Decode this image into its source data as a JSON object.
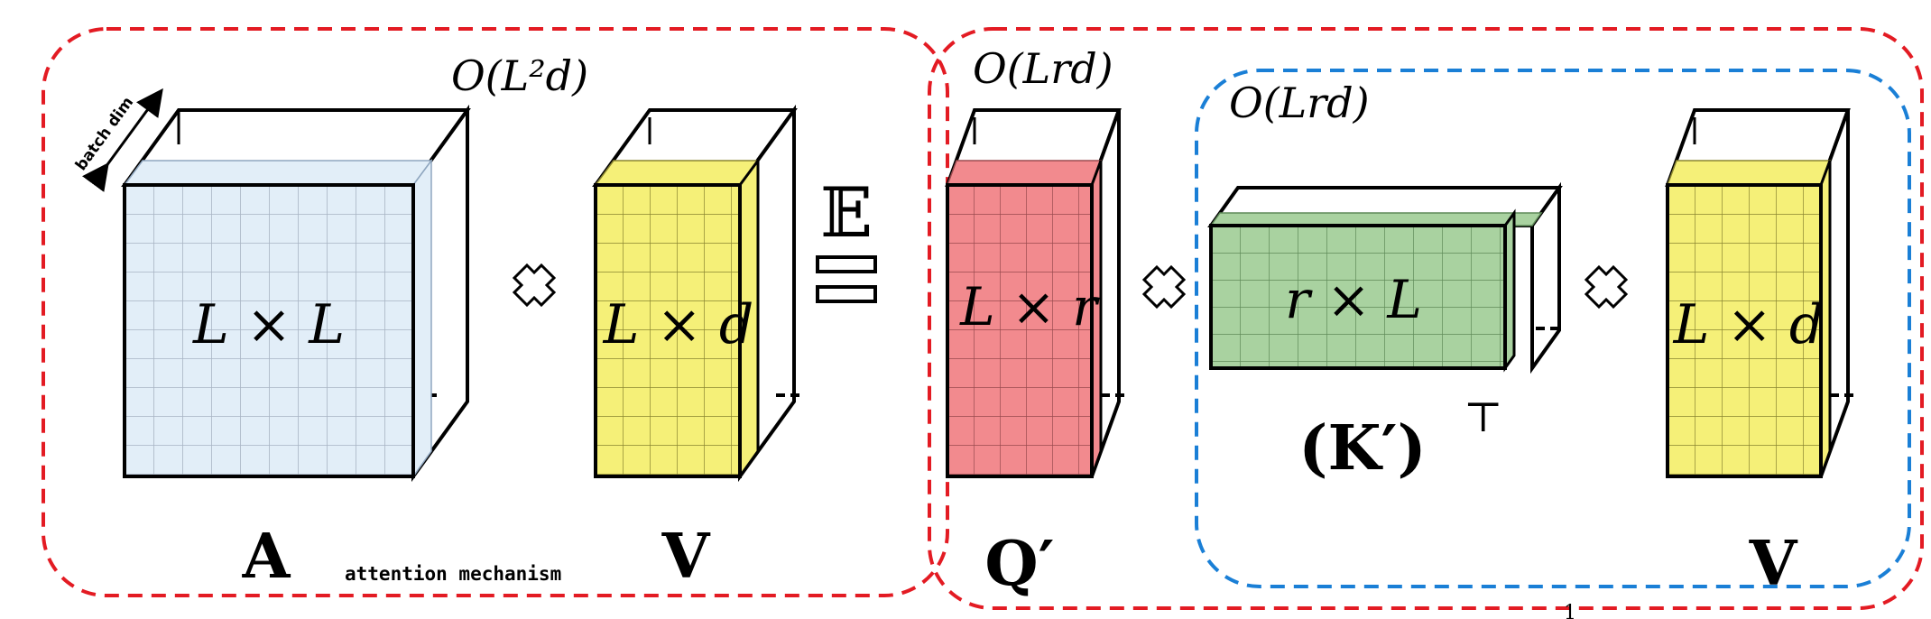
{
  "colors": {
    "attention_box": "#e31b23",
    "approx_box": "#e31b23",
    "kv_box": "#1a7fd6",
    "matrix_A": "#e2eef8",
    "matrix_V": "#f5f078",
    "matrix_Q": "#f28a8e",
    "matrix_K": "#a9d2a0"
  },
  "batch_dim_label": "batch dim",
  "attention": {
    "complexity": "O(L²d)",
    "mechanism_label": "attention mechanism",
    "A": {
      "dims": "L × L",
      "name": "A"
    },
    "V": {
      "dims": "L × d",
      "name": "V"
    }
  },
  "approx": {
    "equals_symbol": "𝔼",
    "complexity_outer": "O(Lrd)",
    "complexity_inner": "O(Lrd)",
    "Q": {
      "dims": "L × r",
      "name": "Q′"
    },
    "K": {
      "dims": "r × L",
      "name": "(K′)",
      "superscript": "⊤"
    },
    "V": {
      "dims": "L × d",
      "name": "V"
    }
  },
  "times_icon": "cross-times",
  "bottom_fragment": "1"
}
